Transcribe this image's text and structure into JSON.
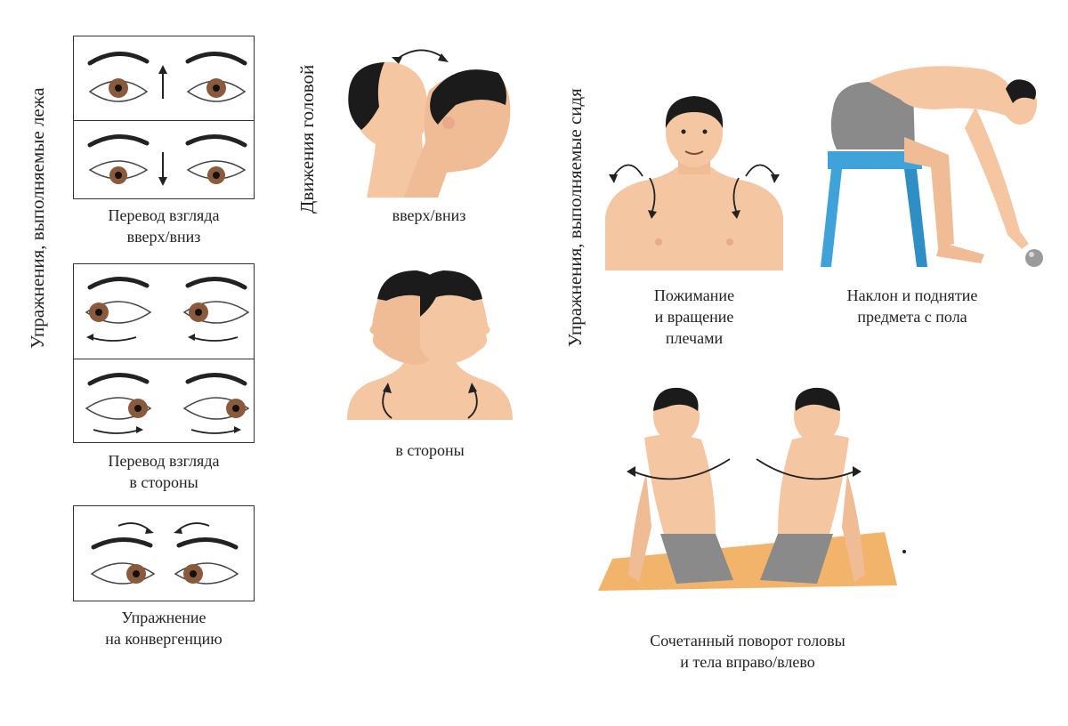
{
  "sections": {
    "lying": "Упражнения, выполняемые лежа",
    "head": "Движения головой",
    "sitting": "Упражнения, выполняемые сидя"
  },
  "captions": {
    "gaze_updown": [
      "Перевод взгляда",
      "вверх/вниз"
    ],
    "gaze_sides": [
      "Перевод взгляда",
      "в стороны"
    ],
    "convergence": [
      "Упражнение",
      "на конвергенцию"
    ],
    "head_updown": "вверх/вниз",
    "head_sides": "в стороны",
    "shoulders": [
      "Пожимание",
      "и вращение",
      "плечами"
    ],
    "bend": [
      "Наклон и поднятие",
      "предмета с пола"
    ],
    "rotation": [
      "Сочетанный поворот головы",
      "и тела вправо/влево"
    ]
  },
  "colors": {
    "skin": "#f4c7a2",
    "skin_shade": "#e9a98a",
    "hair": "#1b1b1b",
    "iris": "#8a5a3c",
    "chair": "#3fa3d9",
    "shorts": "#8a8a8a",
    "mat": "#f2b46b"
  }
}
